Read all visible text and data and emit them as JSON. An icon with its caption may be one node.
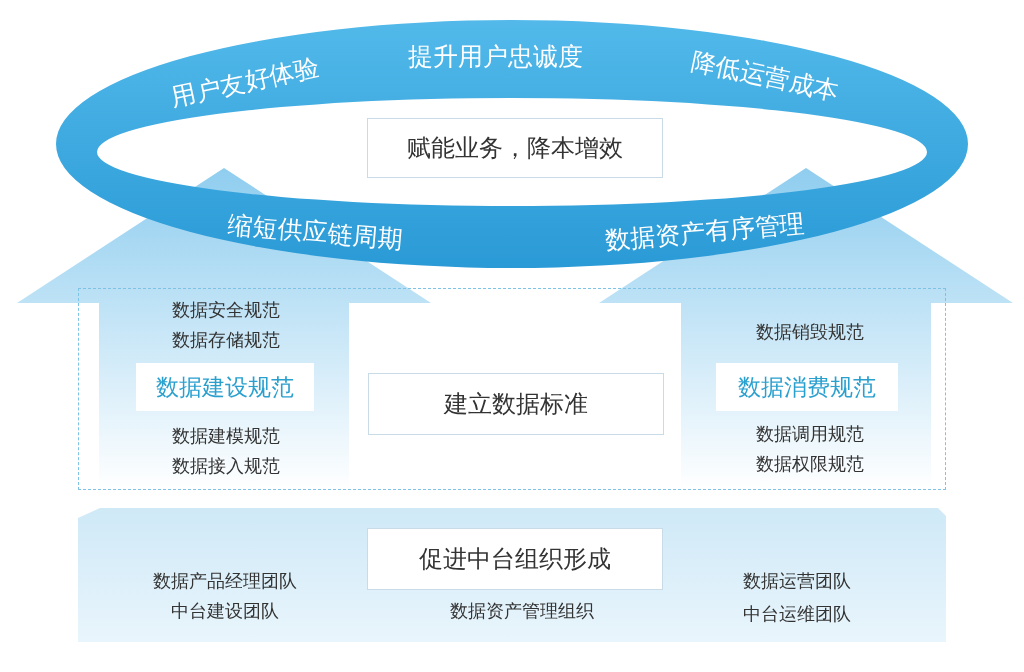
{
  "diagram": {
    "nodes": [
      {
        "text": [
          "用户友好体验",
          "提升用户忠诚度",
          "降低运营成本",
          "缩短供应链周期",
          "数据资产有序管理"
        ]
      },
      {
        "text": [
          "赋能业务，降本增效"
        ],
        "in": 0
      },
      {
        "text": [],
        "shape": "box"
      },
      {
        "text": [
          "数据建设规范"
        ],
        "in": 2,
        "beside": [
          "数据安全规范",
          "数据存储规范",
          "数据建模规范",
          "数据接入规范"
        ]
      },
      {
        "text": [
          "建立数据标准"
        ],
        "in": 2
      },
      {
        "text": [
          "数据消费规范"
        ],
        "in": 2,
        "beside": [
          "数据销毁规范",
          "数据调用规范",
          "数据权限规范"
        ]
      },
      {
        "text": [
          "数据产品经理团队",
          "中台建设团队",
          "数据资产管理组织",
          "数据运营团队",
          "中台运维团队"
        ]
      },
      {
        "text": [
          "促进中台组织形成"
        ],
        "in": 6
      }
    ],
    "edges": [
      {
        "from": 3,
        "to": 1,
        "arrow": "to"
      },
      {
        "from": 5,
        "to": 1,
        "arrow": "to"
      }
    ]
  }
}
